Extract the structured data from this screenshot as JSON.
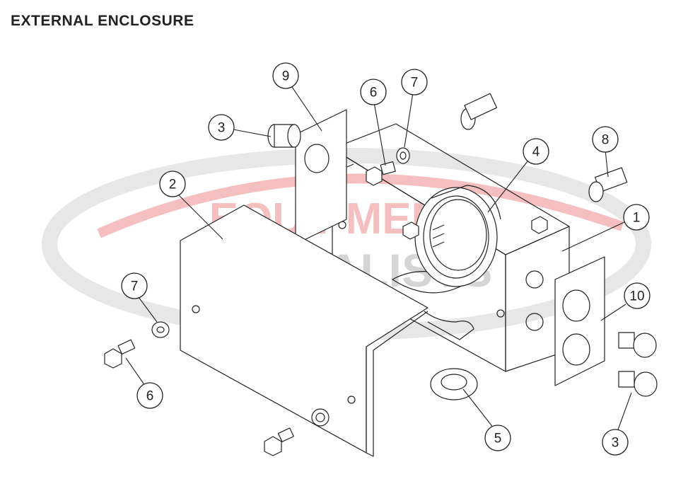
{
  "title": "EXTERNAL ENCLOSURE",
  "watermark": {
    "line1": "EQUIPMENT",
    "line2": "SPECIALISTS",
    "accent_color": "#e84a4a",
    "grey_color": "#9a9a9a"
  },
  "callouts": [
    {
      "id": "c9",
      "label": "9"
    },
    {
      "id": "c6a",
      "label": "6"
    },
    {
      "id": "c7a",
      "label": "7"
    },
    {
      "id": "c3a",
      "label": "3"
    },
    {
      "id": "c4",
      "label": "4"
    },
    {
      "id": "c8",
      "label": "8"
    },
    {
      "id": "c2",
      "label": "2"
    },
    {
      "id": "c1",
      "label": "1"
    },
    {
      "id": "c7b",
      "label": "7"
    },
    {
      "id": "c10",
      "label": "10"
    },
    {
      "id": "c6b",
      "label": "6"
    },
    {
      "id": "c5",
      "label": "5"
    },
    {
      "id": "c3b",
      "label": "3"
    }
  ]
}
